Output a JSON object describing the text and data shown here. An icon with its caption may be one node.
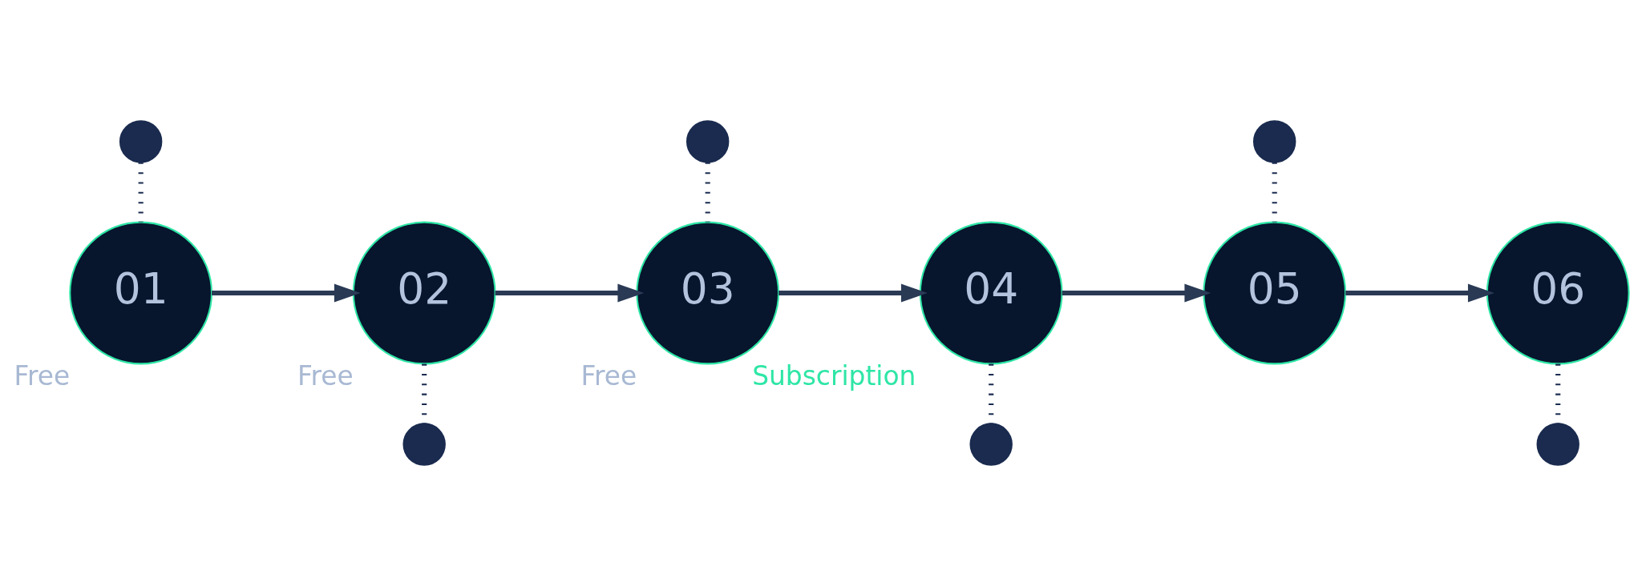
{
  "diagram": {
    "nodes": [
      {
        "text": [
          "01"
        ],
        "beside": [
          "Free"
        ]
      },
      {
        "text": [
          "02"
        ],
        "beside": [
          "Free"
        ]
      },
      {
        "text": [
          "03"
        ],
        "beside": [
          "Free"
        ]
      },
      {
        "text": [
          "04"
        ],
        "beside": [
          "Subscription"
        ]
      },
      {
        "text": [
          "05"
        ]
      },
      {
        "text": [
          "06"
        ]
      },
      {
        "text": [],
        "shape": "circle"
      },
      {
        "text": [],
        "shape": "circle"
      },
      {
        "text": [],
        "shape": "circle"
      },
      {
        "text": [],
        "shape": "circle"
      },
      {
        "text": [],
        "shape": "circle"
      },
      {
        "text": [],
        "shape": "circle"
      }
    ],
    "edges": [
      {
        "from": 0,
        "to": 1,
        "arrow": "to"
      },
      {
        "from": 1,
        "to": 2,
        "arrow": "to"
      },
      {
        "from": 2,
        "to": 3,
        "arrow": "to"
      },
      {
        "from": 3,
        "to": 4,
        "arrow": "to"
      },
      {
        "from": 4,
        "to": 5,
        "arrow": "to"
      },
      {
        "from": 6,
        "to": 0,
        "arrow": "none",
        "style": "dashed"
      },
      {
        "from": 1,
        "to": 7,
        "arrow": "none",
        "style": "dashed"
      },
      {
        "from": 8,
        "to": 2,
        "arrow": "none",
        "style": "dashed"
      },
      {
        "from": 3,
        "to": 9,
        "arrow": "none",
        "style": "dashed"
      },
      {
        "from": 10,
        "to": 4,
        "arrow": "none",
        "style": "dashed"
      },
      {
        "from": 5,
        "to": 11,
        "arrow": "none",
        "style": "dashed"
      }
    ]
  }
}
